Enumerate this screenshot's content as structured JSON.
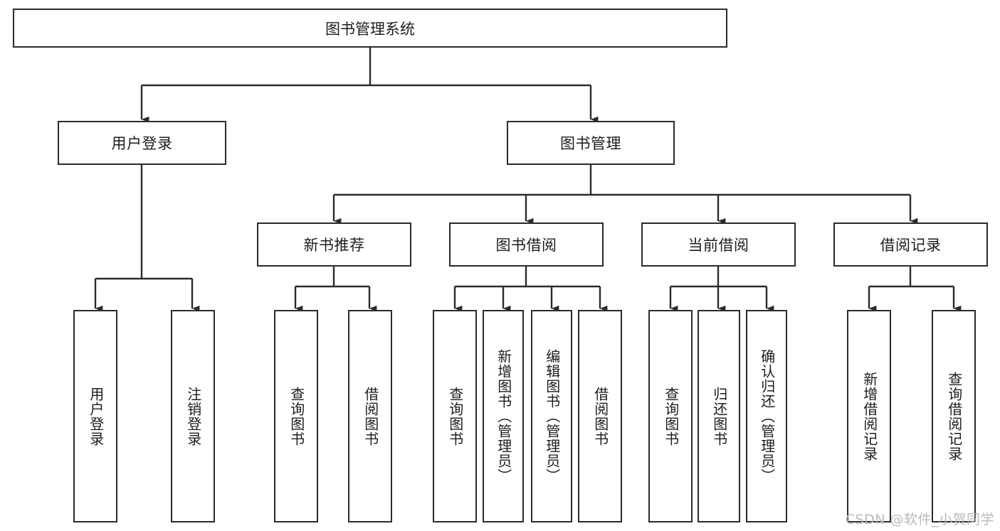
{
  "diagram": {
    "title": "图书管理系统",
    "type": "tree-hierarchy-diagram",
    "watermark": "CSDN @软件_小贺同学",
    "colors": {
      "stroke": "#2b2b2b",
      "fill": "#ffffff",
      "text": "#1d1d1d",
      "watermark": "#b9b9b9"
    },
    "root": {
      "label": "图书管理系统"
    },
    "level2": [
      {
        "label": "用户登录"
      },
      {
        "label": "图书管理"
      }
    ],
    "level3": [
      {
        "label": "新书推荐"
      },
      {
        "label": "图书借阅"
      },
      {
        "label": "当前借阅"
      },
      {
        "label": "借阅记录"
      }
    ],
    "leaves": {
      "user_login": [
        {
          "label": "用户登录"
        },
        {
          "label": "注销登录"
        }
      ],
      "new_book_recommend": [
        {
          "label": "查询图书"
        },
        {
          "label": "借阅图书"
        }
      ],
      "book_borrow": [
        {
          "label": "查询图书"
        },
        {
          "label": "新增图书（管理员）"
        },
        {
          "label": "编辑图书（管理员）"
        },
        {
          "label": "借阅图书"
        }
      ],
      "current_borrow": [
        {
          "label": "查询图书"
        },
        {
          "label": "归还图书"
        },
        {
          "label": "确认归还（管理员）"
        }
      ],
      "borrow_record": [
        {
          "label": "新增借阅记录"
        },
        {
          "label": "查询借阅记录"
        }
      ]
    }
  }
}
